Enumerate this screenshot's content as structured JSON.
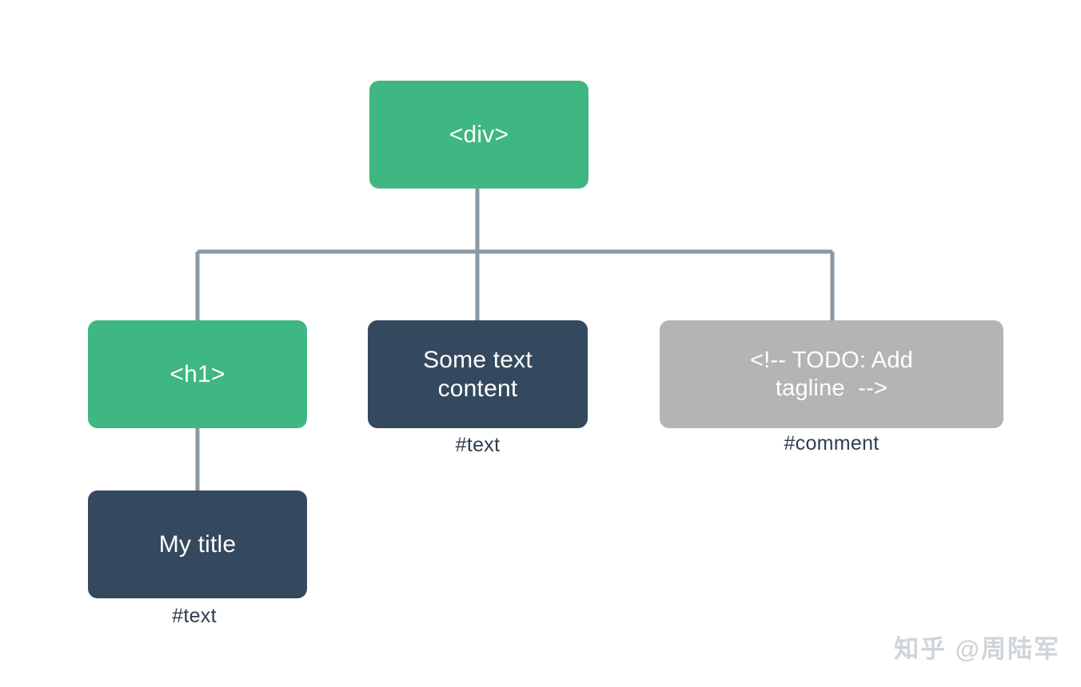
{
  "diagram": {
    "type": "dom-tree",
    "line_color": "#8A99A4",
    "colors": {
      "element_node": "#3FB782",
      "text_node": "#34495E",
      "comment_node": "#B4B4B4",
      "label_text": "#2E3E4E",
      "background": "#FFFFFF",
      "watermark": "#CFD4D8"
    },
    "nodes": {
      "div": {
        "text": "<div>",
        "kind": "element"
      },
      "h1": {
        "text": "<h1>",
        "kind": "element"
      },
      "some_text": {
        "text": "Some text\ncontent",
        "kind": "text",
        "label": "#text"
      },
      "comment": {
        "text": "<!-- TODO: Add\ntagline  -->",
        "kind": "comment",
        "label": "#comment"
      },
      "my_title": {
        "text": "My title",
        "kind": "text",
        "label": "#text"
      }
    },
    "edges": [
      {
        "from": "div",
        "to": "h1"
      },
      {
        "from": "div",
        "to": "some_text"
      },
      {
        "from": "div",
        "to": "comment"
      },
      {
        "from": "h1",
        "to": "my_title"
      }
    ]
  },
  "watermark": {
    "text": "知乎 @周陆军"
  }
}
